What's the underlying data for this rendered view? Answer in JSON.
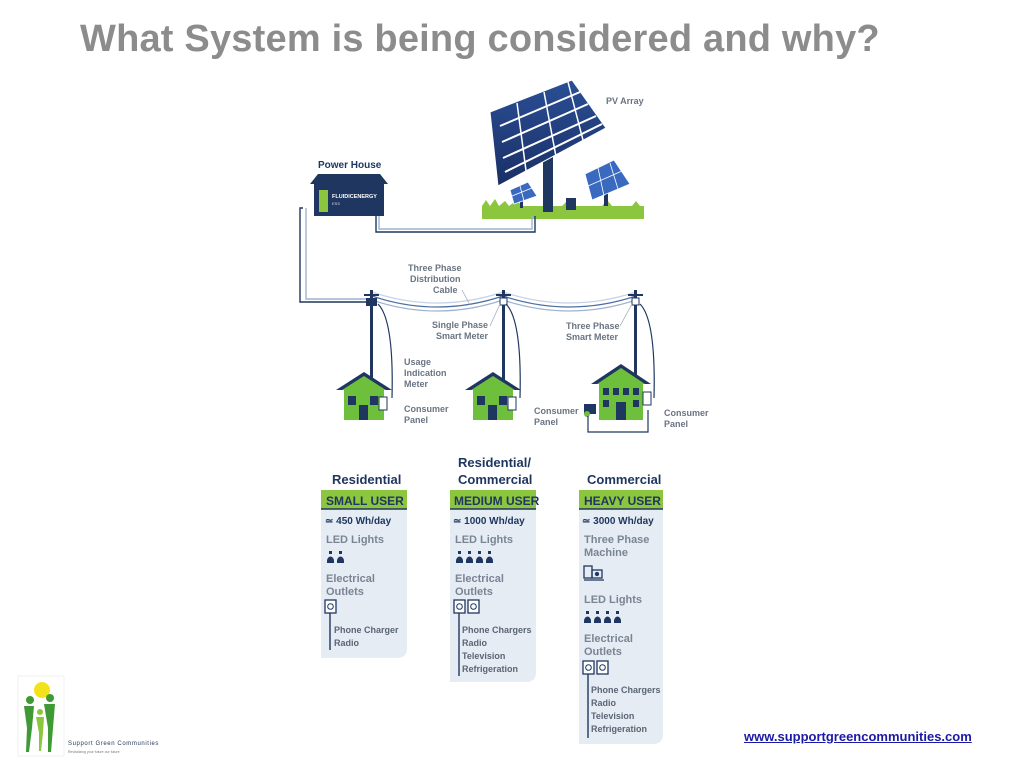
{
  "slide": {
    "title": "What System is being considered and why?",
    "footer_link": "www.supportgreencommunities.com"
  },
  "diagram": {
    "pv_array_label": "PV Array",
    "power_house_label": "Power House",
    "power_house_sign": "FLUIDICENERGY",
    "power_house_sign_sub": "ESS",
    "distribution_cable": [
      "Three Phase",
      "Distribution",
      "Cable"
    ],
    "single_phase_meter": [
      "Single Phase",
      "Smart Meter"
    ],
    "three_phase_meter": [
      "Three Phase",
      "Smart Meter"
    ],
    "usage_indication_meter": [
      "Usage",
      "Indication",
      "Meter"
    ],
    "consumer_panel": [
      "Consumer",
      "Panel"
    ]
  },
  "panels": [
    {
      "heading": [
        "Residential"
      ],
      "band": "SMALL USER",
      "wh": "≃ 450 Wh/day",
      "led_label": [
        "LED Lights"
      ],
      "led_count": 2,
      "outlets_label": [
        "Electrical",
        "Outlets"
      ],
      "outlet_count": 1,
      "appliances": [
        "Phone Charger",
        "Radio"
      ]
    },
    {
      "heading": [
        "Residential/",
        "Commercial"
      ],
      "band": "MEDIUM USER",
      "wh": "≃ 1000 Wh/day",
      "led_label": [
        "LED Lights"
      ],
      "led_count": 4,
      "outlets_label": [
        "Electrical",
        "Outlets"
      ],
      "outlet_count": 2,
      "appliances": [
        "Phone Chargers",
        "Radio",
        "Television",
        "Refrigeration"
      ]
    },
    {
      "heading": [
        "Commercial"
      ],
      "band": "HEAVY USER",
      "wh": "≃ 3000 Wh/day",
      "machine_label": [
        "Three Phase",
        "Machine"
      ],
      "led_label": [
        "LED Lights"
      ],
      "led_count": 4,
      "outlets_label": [
        "Electrical",
        "Outlets"
      ],
      "outlet_count": 2,
      "appliances": [
        "Phone Chargers",
        "Radio",
        "Television",
        "Refrigeration"
      ]
    }
  ],
  "logo": {
    "name": "Support Green Communities",
    "tagline": "Revitalizing your future our future"
  },
  "colors": {
    "navy": "#1f3760",
    "green": "#8cc63f",
    "house_green": "#6dbf3c",
    "panel_bg": "#e6ecf4",
    "title_gray": "#8c8c8c"
  }
}
